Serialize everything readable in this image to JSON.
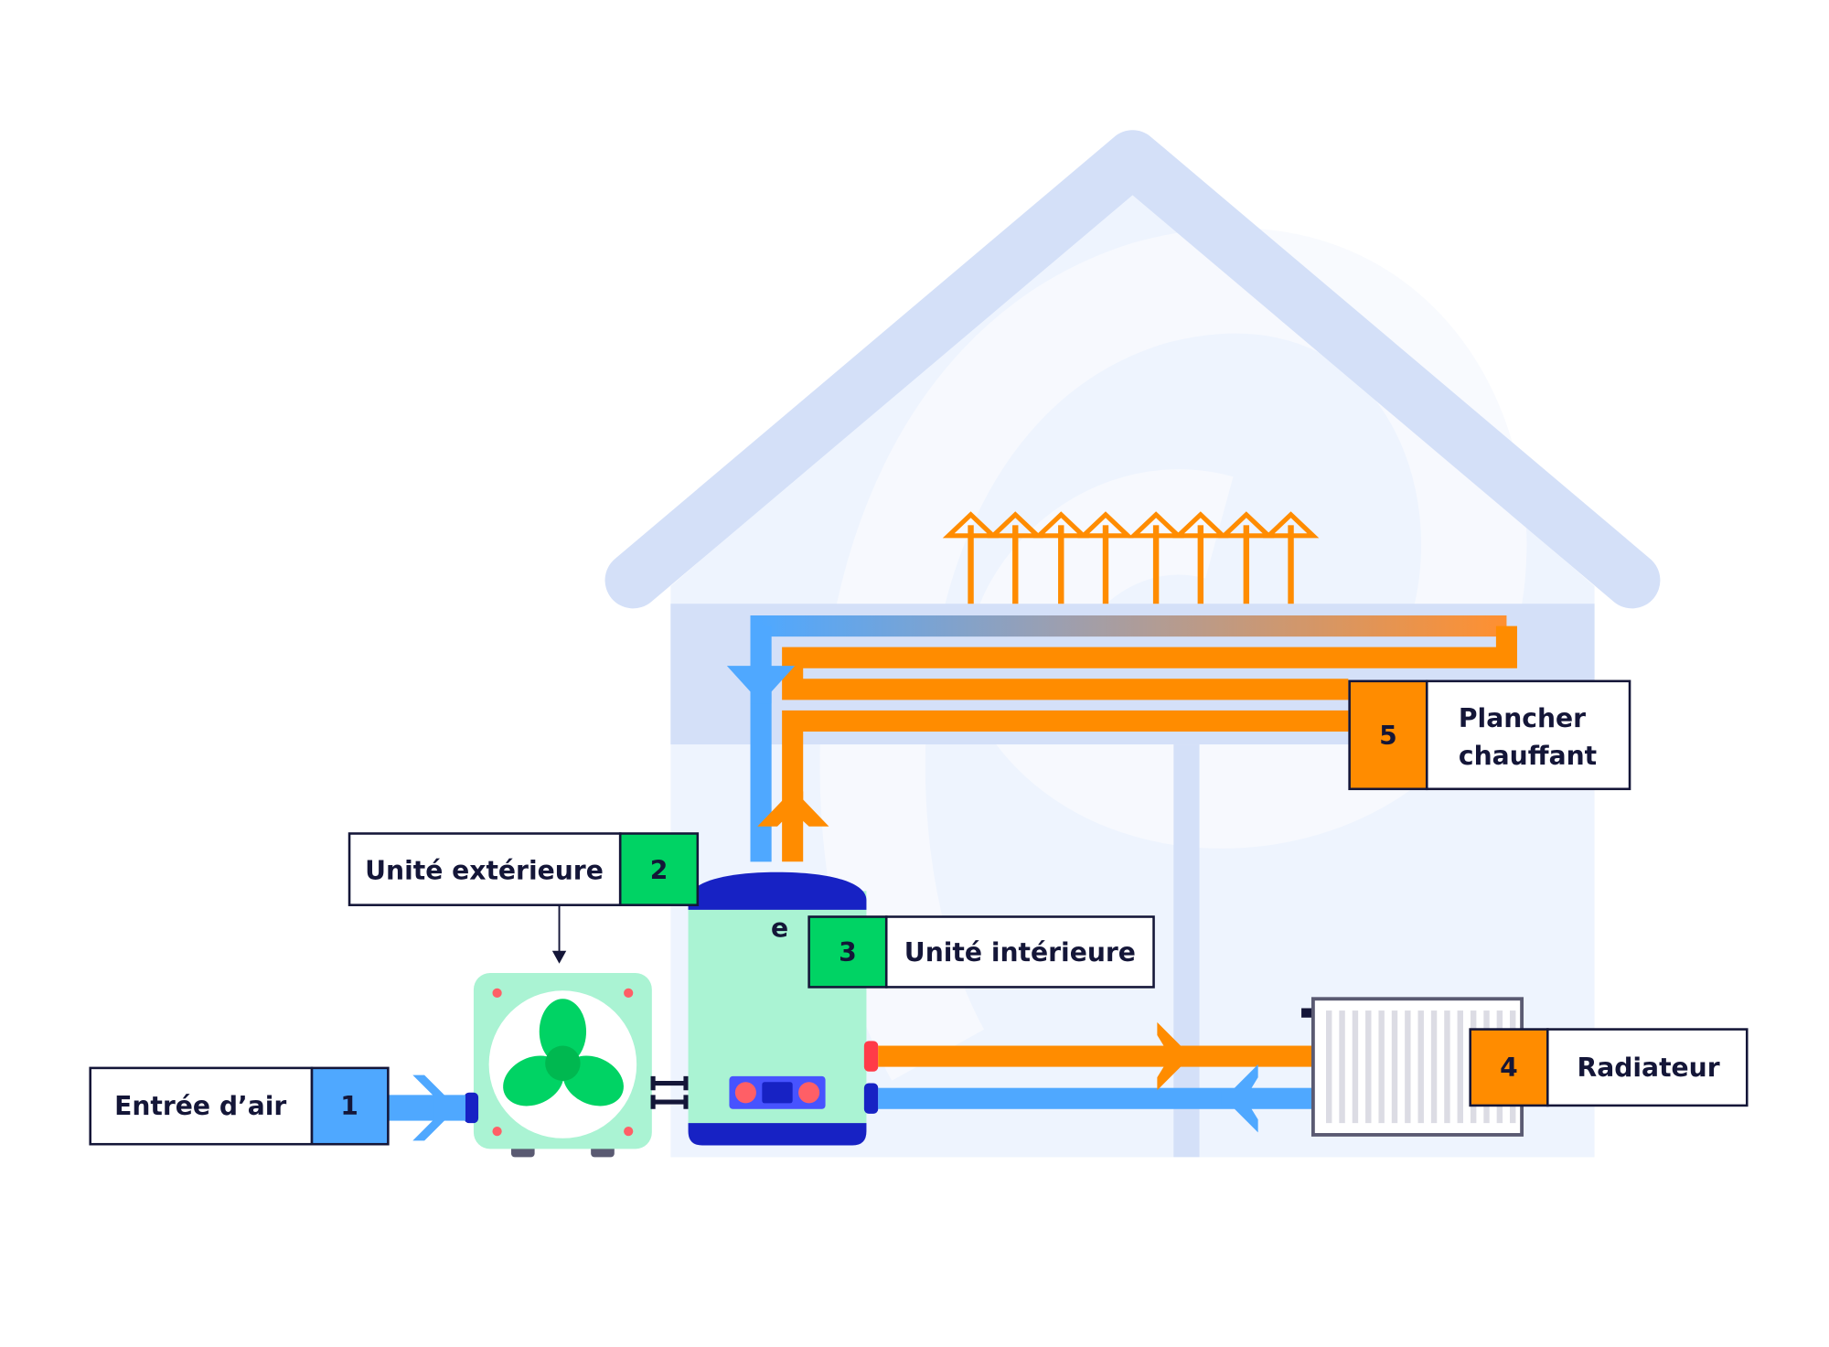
{
  "diagram": {
    "subject": "Pompe à chaleur air-eau",
    "colors": {
      "roof": "#d4e0f8",
      "house_fill": "#eef4fe",
      "hot": "#ff8c00",
      "cold": "#4fa8ff",
      "outdoor_label": "#00d364",
      "unit_body": "#aaf3d3",
      "unit_base": "#1722c4",
      "control_panel": "#4753ff",
      "led": "#ff5f66",
      "outline": "#141638"
    },
    "labels": [
      {
        "id": "entree-air",
        "number": "1",
        "text": "Entrée d’air",
        "color": "#4fa8ff"
      },
      {
        "id": "unite-exterieure",
        "number": "2",
        "text": "Unité extérieure",
        "color": "#00d364"
      },
      {
        "id": "unite-interieure",
        "number": "3",
        "text": "Unité intérieure",
        "color": "#00d364"
      },
      {
        "id": "radiateur",
        "number": "4",
        "text": "Radiateur",
        "color": "#ff8c00"
      },
      {
        "id": "plancher-chauffant",
        "number": "5",
        "text_line1": "Plancher",
        "text_line2": "chauffant",
        "color": "#ff8c00"
      }
    ],
    "logo_glyph": "e",
    "heat_arrows_count": 8
  }
}
